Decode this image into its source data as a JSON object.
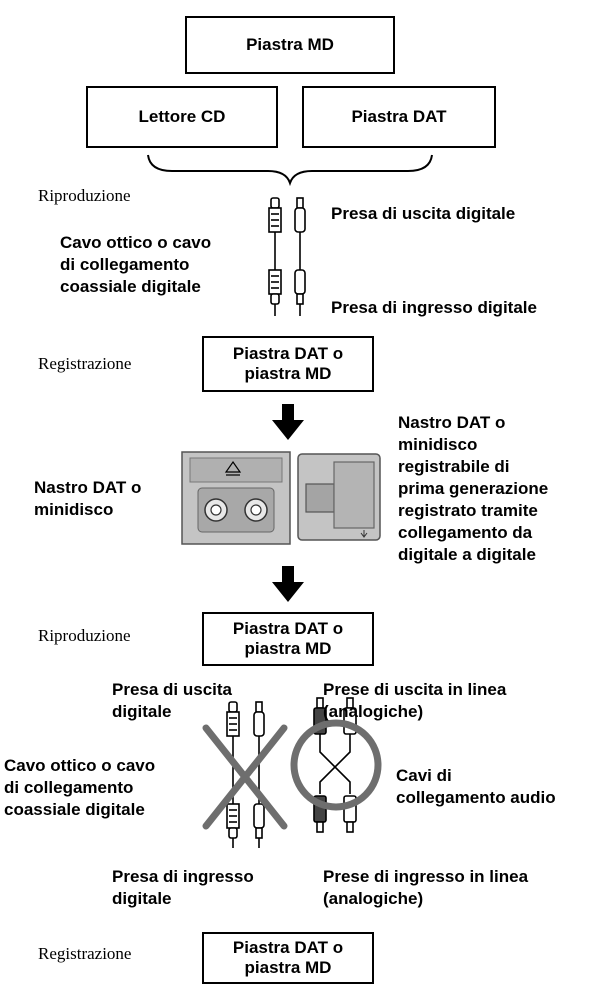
{
  "boxes": {
    "md_deck": "Piastra MD",
    "cd_player": "Lettore CD",
    "dat_deck": "Piastra DAT",
    "recorder_1": "Piastra DAT o\npiastra MD",
    "player_2": "Piastra DAT o\npiastra MD",
    "recorder_2": "Piastra DAT o\npiastra MD"
  },
  "labels": {
    "playback_1": "Riproduzione",
    "digital_output_jack": "Presa di uscita digitale",
    "cable_1": "Cavo ottico o cavo\ndi collegamento\ncoassiale digitale",
    "digital_input_jack": "Presa di ingresso digitale",
    "recording_1": "Registrazione",
    "media_left": "Nastro DAT o\nminidisco",
    "media_right": "Nastro DAT o\nminidisco\nregistrabile di\nprima generazione\nregistrato tramite\ncollegamento da\ndigitale a digitale",
    "playback_2": "Riproduzione",
    "digital_output_2": "Presa di uscita\ndigitale",
    "line_output": "Prese di uscita in linea\n(analogiche)",
    "cable_2": "Cavo ottico o cavo\ndi collegamento\ncoassiale digitale",
    "audio_cables": "Cavi di\ncollegamento audio",
    "digital_input_2": "Presa di ingresso\ndigitale",
    "line_input": "Prese di ingresso in linea\n(analogiche)",
    "recording_2": "Registrazione"
  }
}
